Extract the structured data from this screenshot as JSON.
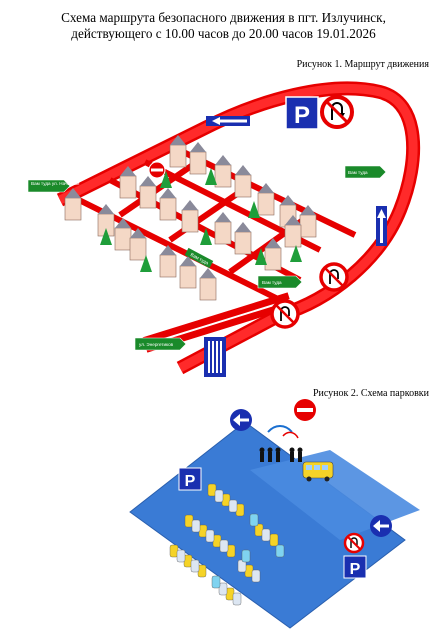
{
  "document": {
    "title_line1": "Схема маршрута безопасного движения в пгт. Излучинск,",
    "title_line2": "действующего с 10.00 часов до 20.00 часов 19.01.2026"
  },
  "figure1": {
    "caption": "Рисунок 1. Маршрут движения",
    "signs": [
      {
        "text": "Вам туда ул. Начистая"
      },
      {
        "text": "Вам туда"
      },
      {
        "text": "Вам туда"
      },
      {
        "text": "Вам туда"
      },
      {
        "text": "ул. Энергетиков"
      }
    ],
    "parking_letter": "P",
    "route_color": "#ff0000"
  },
  "figure2": {
    "caption": "Рисунок 2. Схема парковки",
    "parking_letter": "P",
    "lot_color": "#3a7bd5"
  }
}
